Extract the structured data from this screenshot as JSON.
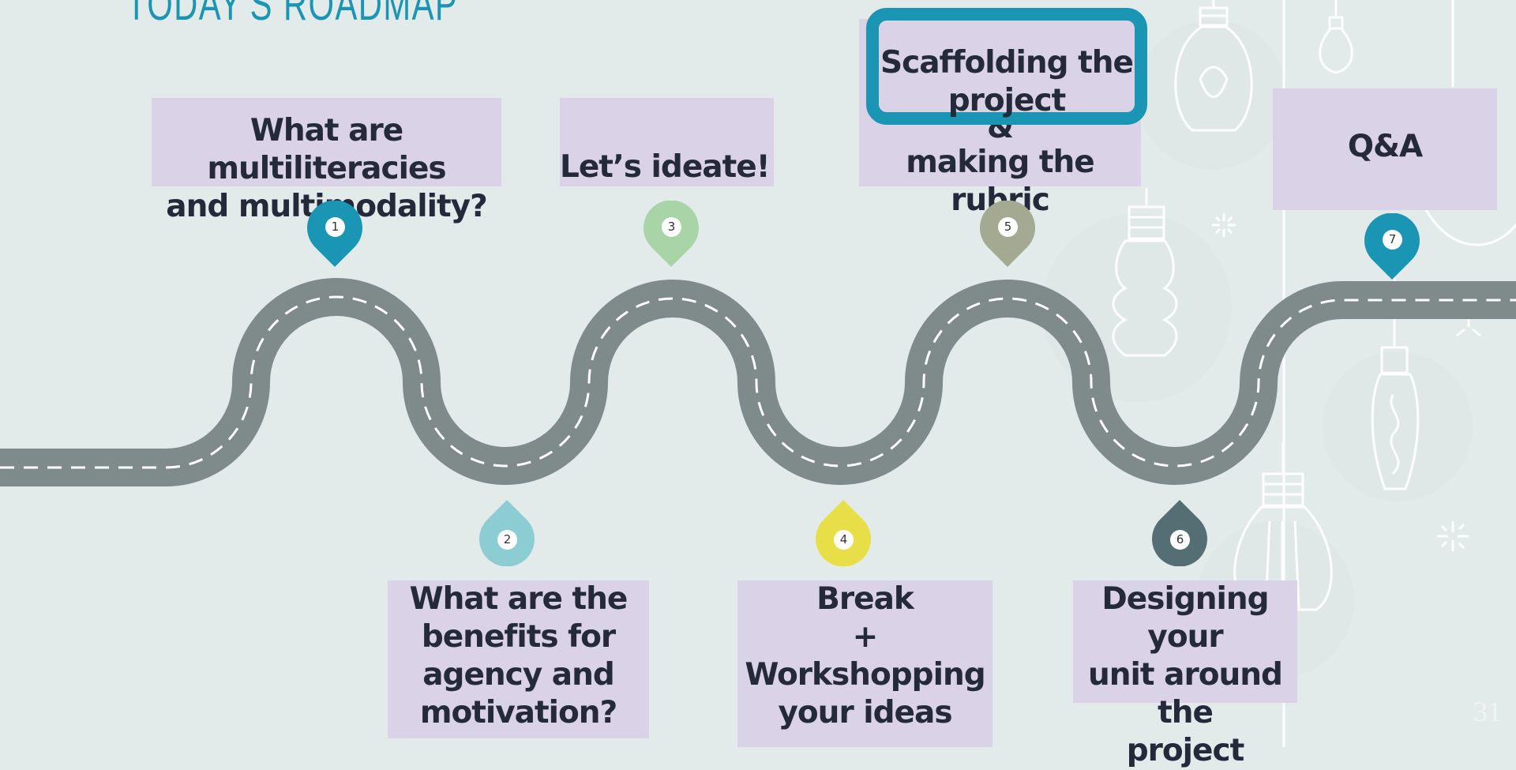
{
  "title": "TODAY'S ROADMAP",
  "stops": [
    {
      "num": "1",
      "label_lines": [
        "What are multiliteracies",
        "and multimodality?"
      ]
    },
    {
      "num": "2",
      "label_lines": [
        "What are the",
        "benefits for",
        "agency and",
        "motivation?"
      ]
    },
    {
      "num": "3",
      "label_lines": [
        "Let’s ideate!"
      ]
    },
    {
      "num": "4",
      "label_lines": [
        "Break",
        "+",
        "Workshopping",
        "your ideas"
      ]
    },
    {
      "num": "5",
      "label_lines": [
        "&",
        "making the rubric"
      ]
    },
    {
      "num": "6",
      "label_lines": [
        "Designing your",
        "unit around the",
        "project"
      ]
    },
    {
      "num": "7",
      "label_lines": [
        "Q&A"
      ]
    }
  ],
  "highlight_lines": [
    "Scaffolding the",
    "project"
  ],
  "slide_number": "31",
  "colors": {
    "background": "#e3ebea",
    "title": "#1a95b3",
    "road": "#7f8a8b",
    "label_bg": "#dad2e7",
    "pin1": "#1a96b4",
    "pin2": "#8ccdd3",
    "pin3": "#a9d4a8",
    "pin4": "#e8df48",
    "pin5": "#a4a992",
    "pin6": "#556e74",
    "pin7": "#1a96b4"
  }
}
